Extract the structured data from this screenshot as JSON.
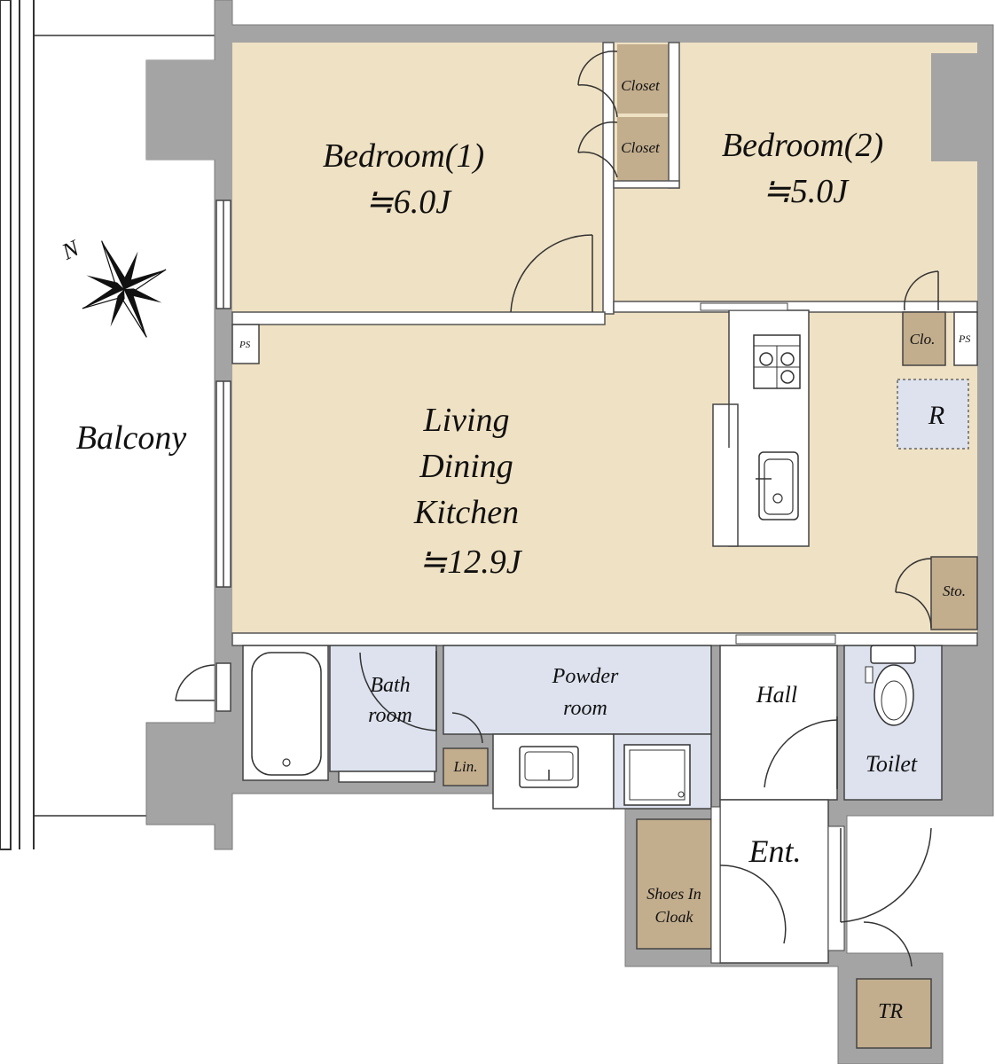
{
  "colors": {
    "wall": "#a4a4a4",
    "wall_edge": "#7a7a7a",
    "room_tan": "#efe1c3",
    "storage_brown": "#c2ad8d",
    "wet_blue": "#dde2ee",
    "white": "#ffffff",
    "line": "#333333"
  },
  "compass": {
    "label": "N",
    "icon": "compass-rose-icon"
  },
  "rooms": {
    "balcony": "Balcony",
    "bedroom1": {
      "name": "Bedroom(1)",
      "size": "≒6.0J"
    },
    "bedroom2": {
      "name": "Bedroom(2)",
      "size": "≒5.0J"
    },
    "ldk": {
      "line1": "Living",
      "line2": "Dining",
      "line3": "Kitchen",
      "size": "≒12.9J"
    },
    "closet_top": "Closet",
    "closet_bottom": "Closet",
    "ps_left": "PS",
    "ps_right": "PS",
    "clo": "Clo.",
    "refrigerator": "R",
    "storage": "Sto.",
    "bath": {
      "line1": "Bath",
      "line2": "room"
    },
    "powder": {
      "line1": "Powder",
      "line2": "room"
    },
    "linen": "Lin.",
    "hall": "Hall",
    "toilet": "Toilet",
    "entrance": "Ent.",
    "shoes": {
      "line1": "Shoes In",
      "line2": "Cloak"
    },
    "trunk_room": "TR"
  }
}
